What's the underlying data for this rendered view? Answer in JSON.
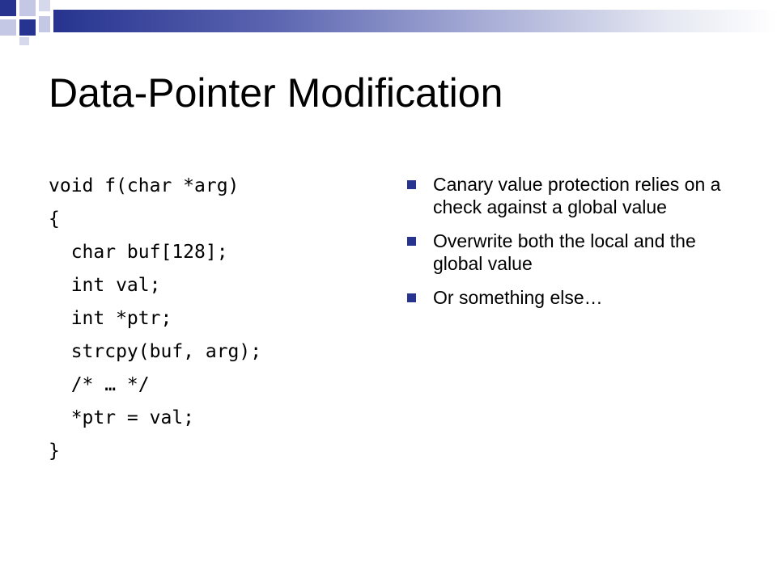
{
  "slide": {
    "title": "Data-Pointer Modification",
    "code_lines": [
      "void f(char *arg)",
      "{",
      "  char buf[128];",
      "  int val;",
      "  int *ptr;",
      "  strcpy(buf, arg);",
      "  /* … */",
      "  *ptr = val;",
      "}"
    ],
    "bullets": [
      "Canary value protection relies on a check against a global value",
      "Overwrite both the local and the global value",
      "Or something else…"
    ]
  },
  "colors": {
    "accent": "#27348f",
    "accent_light": "#a8aed6"
  }
}
